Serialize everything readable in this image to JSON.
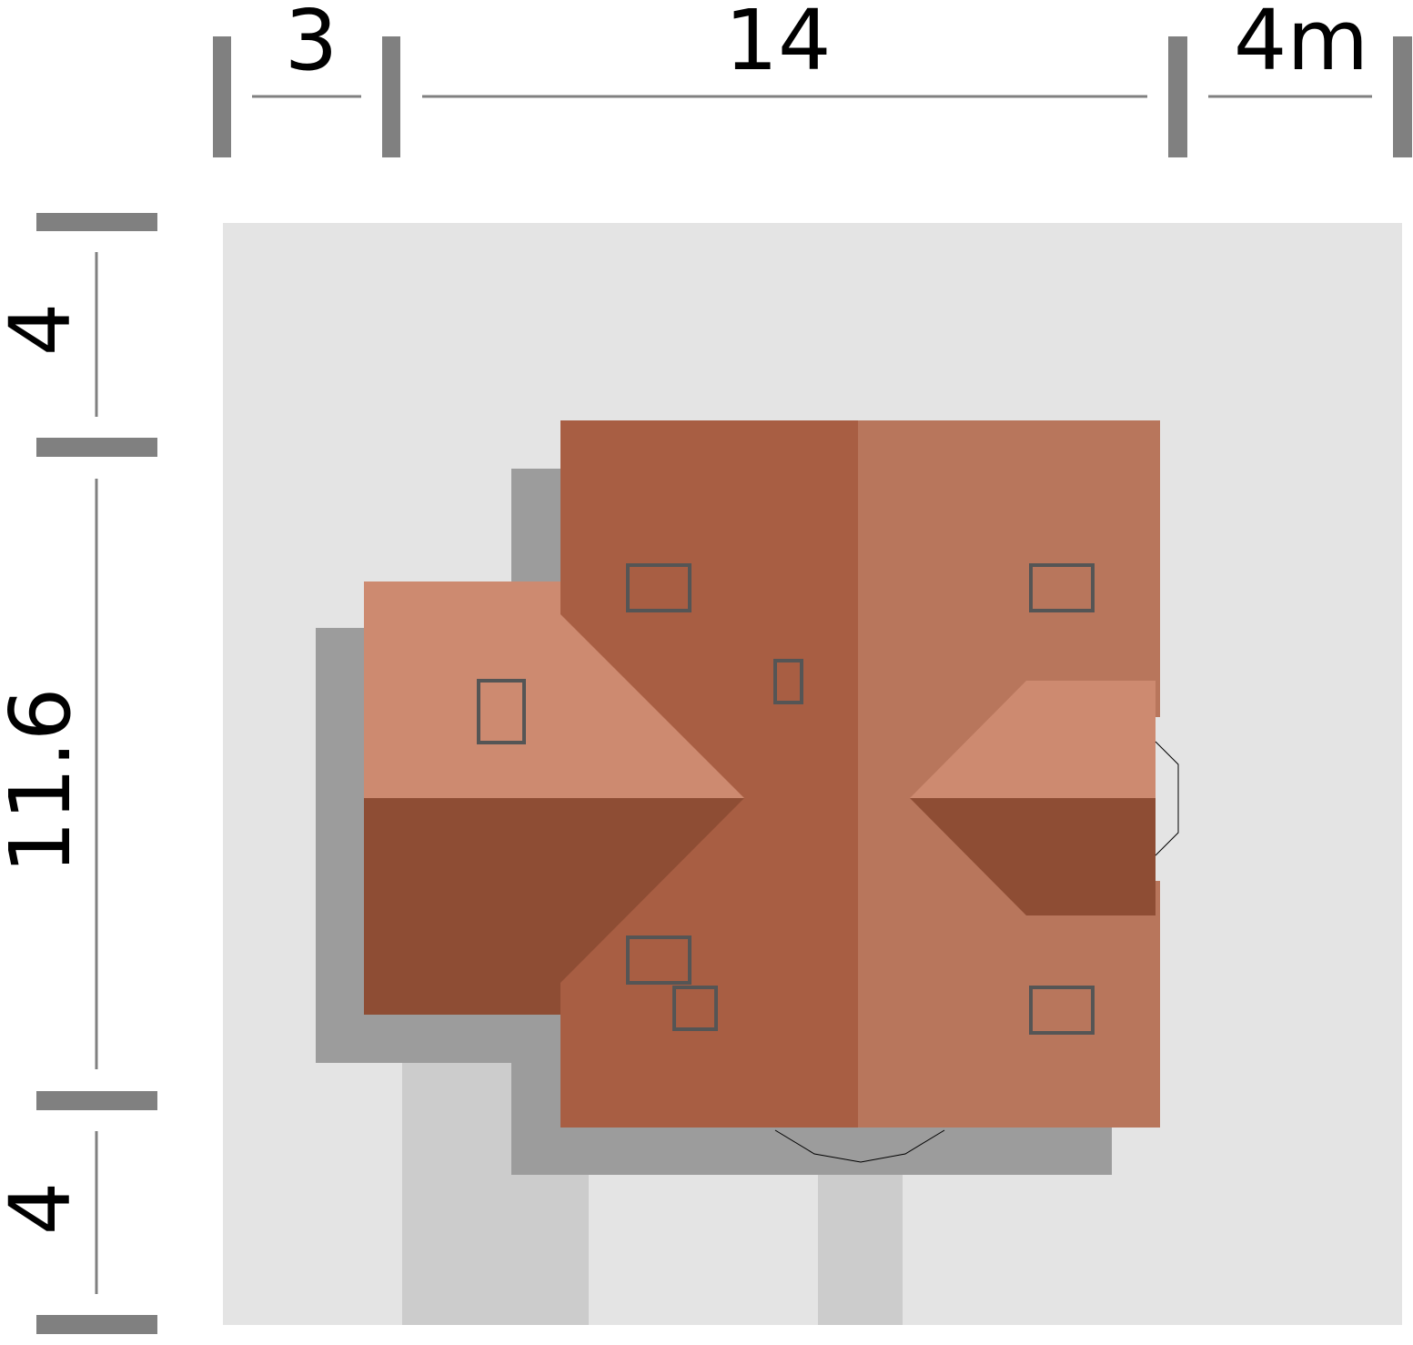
{
  "dimensions": {
    "top": [
      "3",
      "14",
      "4m"
    ],
    "left": [
      "4",
      "11.6",
      "4"
    ]
  },
  "colors": {
    "plot": "#e4e4e4",
    "driveway": "#cccccc",
    "footprint": "#9c9c9c",
    "roof_main_left": "#a85e43",
    "roof_main_right": "#b8765c",
    "roof_light": "#cd8a70",
    "roof_dark": "#8e4d34",
    "skylight": "#555555",
    "dim_bar": "#808080"
  }
}
